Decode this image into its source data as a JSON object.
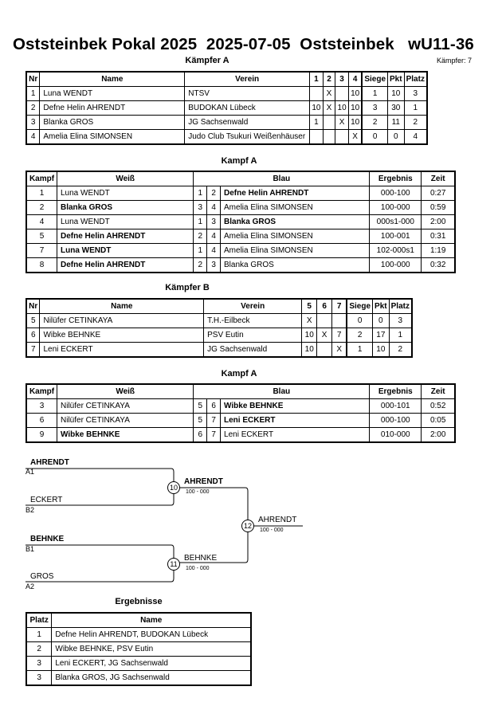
{
  "header": {
    "title": "Oststeinbek Pokal 2025  2025-07-05  Oststeinbek   wU11-36",
    "kaempfer_label": "Kämpfer: 7"
  },
  "pool_a": {
    "heading": "Kämpfer A",
    "columns": [
      "Nr",
      "Name",
      "Verein",
      "1",
      "2",
      "3",
      "4",
      "Siege",
      "Pkt",
      "Platz"
    ],
    "rows": [
      {
        "nr": "1",
        "name": "Luna WENDT",
        "verein": "NTSV",
        "c1": "",
        "c2": "X",
        "c3": "",
        "c4": "10",
        "siege": "1",
        "pkt": "10",
        "platz": "3"
      },
      {
        "nr": "2",
        "name": "Defne Helin AHRENDT",
        "verein": "BUDOKAN Lübeck",
        "c1": "10",
        "c2": "X",
        "c3": "10",
        "c4": "10",
        "siege": "3",
        "pkt": "30",
        "platz": "1"
      },
      {
        "nr": "3",
        "name": "Blanka GROS",
        "verein": "JG Sachsenwald",
        "c1": "1",
        "c2": "",
        "c3": "X",
        "c4": "10",
        "siege": "2",
        "pkt": "11",
        "platz": "2"
      },
      {
        "nr": "4",
        "name": "Amelia Elina SIMONSEN",
        "verein": "Judo Club Tsukuri Weißenhäuser",
        "c1": "",
        "c2": "",
        "c3": "",
        "c4": "X",
        "siege": "0",
        "pkt": "0",
        "platz": "4"
      }
    ]
  },
  "fights_a": {
    "heading": "Kampf A",
    "columns": [
      "Kampf",
      "Weiß",
      "Blau",
      "Ergebnis",
      "Zeit"
    ],
    "rows": [
      {
        "kampf": "1",
        "weiss": "Luna WENDT",
        "wb": false,
        "n1": "1",
        "n2": "2",
        "blau": "Defne Helin AHRENDT",
        "bb": true,
        "ergebnis": "000-100",
        "zeit": "0:27"
      },
      {
        "kampf": "2",
        "weiss": "Blanka GROS",
        "wb": true,
        "n1": "3",
        "n2": "4",
        "blau": "Amelia Elina SIMONSEN",
        "bb": false,
        "ergebnis": "100-000",
        "zeit": "0:59"
      },
      {
        "kampf": "4",
        "weiss": "Luna WENDT",
        "wb": false,
        "n1": "1",
        "n2": "3",
        "blau": "Blanka GROS",
        "bb": true,
        "ergebnis": "000s1-000",
        "zeit": "2:00"
      },
      {
        "kampf": "5",
        "weiss": "Defne Helin AHRENDT",
        "wb": true,
        "n1": "2",
        "n2": "4",
        "blau": "Amelia Elina SIMONSEN",
        "bb": false,
        "ergebnis": "100-001",
        "zeit": "0:31"
      },
      {
        "kampf": "7",
        "weiss": "Luna WENDT",
        "wb": true,
        "n1": "1",
        "n2": "4",
        "blau": "Amelia Elina SIMONSEN",
        "bb": false,
        "ergebnis": "102-000s1",
        "zeit": "1:19"
      },
      {
        "kampf": "8",
        "weiss": "Defne Helin AHRENDT",
        "wb": true,
        "n1": "2",
        "n2": "3",
        "blau": "Blanka GROS",
        "bb": false,
        "ergebnis": "100-000",
        "zeit": "0:32"
      }
    ]
  },
  "pool_b": {
    "heading": "Kämpfer B",
    "columns": [
      "Nr",
      "Name",
      "Verein",
      "5",
      "6",
      "7",
      "Siege",
      "Pkt",
      "Platz"
    ],
    "rows": [
      {
        "nr": "5",
        "name": "Nilüfer CETINKAYA",
        "verein": "T.H.-Eilbeck",
        "c1": "X",
        "c2": "",
        "c3": "",
        "siege": "0",
        "pkt": "0",
        "platz": "3"
      },
      {
        "nr": "6",
        "name": "Wibke BEHNKE",
        "verein": "PSV Eutin",
        "c1": "10",
        "c2": "X",
        "c3": "7",
        "siege": "2",
        "pkt": "17",
        "platz": "1"
      },
      {
        "nr": "7",
        "name": "Leni ECKERT",
        "verein": "JG Sachsenwald",
        "c1": "10",
        "c2": "",
        "c3": "X",
        "siege": "1",
        "pkt": "10",
        "platz": "2"
      }
    ]
  },
  "fights_b": {
    "heading": "Kampf A",
    "columns": [
      "Kampf",
      "Weiß",
      "Blau",
      "Ergebnis",
      "Zeit"
    ],
    "rows": [
      {
        "kampf": "3",
        "weiss": "Nilüfer CETINKAYA",
        "wb": false,
        "n1": "5",
        "n2": "6",
        "blau": "Wibke BEHNKE",
        "bb": true,
        "ergebnis": "000-101",
        "zeit": "0:52"
      },
      {
        "kampf": "6",
        "weiss": "Nilüfer CETINKAYA",
        "wb": false,
        "n1": "5",
        "n2": "7",
        "blau": "Leni ECKERT",
        "bb": true,
        "ergebnis": "000-100",
        "zeit": "0:05"
      },
      {
        "kampf": "9",
        "weiss": "Wibke BEHNKE",
        "wb": true,
        "n1": "6",
        "n2": "7",
        "blau": "Leni ECKERT",
        "bb": false,
        "ergebnis": "010-000",
        "zeit": "2:00"
      }
    ]
  },
  "bracket": {
    "p1": "AHRENDT",
    "p1_seed": "A1",
    "p2": "ECKERT",
    "p2_seed": "B2",
    "p3": "BEHNKE",
    "p3_seed": "B1",
    "p4": "GROS",
    "p4_seed": "A2",
    "fight10": "10",
    "w10": "AHRENDT",
    "s10": "100 - 000",
    "fight11": "11",
    "w11": "BEHNKE",
    "s11": "100 - 000",
    "fight12": "12",
    "w12": "AHRENDT",
    "s12": "100 - 000"
  },
  "results": {
    "heading": "Ergebnisse",
    "columns": [
      "Platz",
      "Name"
    ],
    "rows": [
      {
        "platz": "1",
        "name": "Defne Helin AHRENDT, BUDOKAN Lübeck"
      },
      {
        "platz": "2",
        "name": "Wibke BEHNKE, PSV Eutin"
      },
      {
        "platz": "3",
        "name": "Leni ECKERT, JG Sachsenwald"
      },
      {
        "platz": "3",
        "name": "Blanka GROS, JG Sachsenwald"
      }
    ]
  }
}
